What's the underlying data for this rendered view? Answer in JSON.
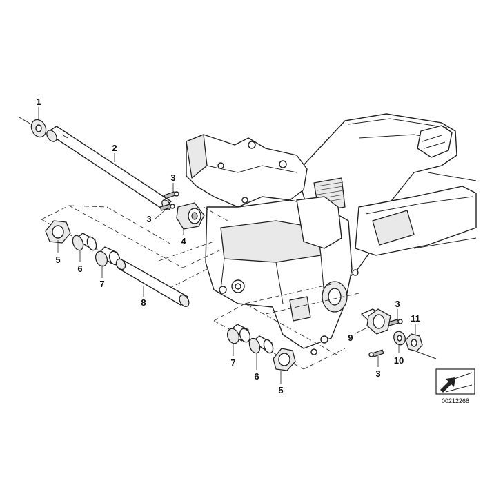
{
  "callouts": {
    "c1": "1",
    "c2": "2",
    "c3a": "3",
    "c3b": "3",
    "c3c": "3",
    "c3d": "3",
    "c4": "4",
    "c5a": "5",
    "c5b": "5",
    "c6a": "6",
    "c6b": "6",
    "c7a": "7",
    "c7b": "7",
    "c8": "8",
    "c9": "9",
    "c10": "10",
    "c11": "11"
  },
  "document_id": "00212268",
  "icons": {
    "orientation": "orientation-arrow-icon"
  }
}
